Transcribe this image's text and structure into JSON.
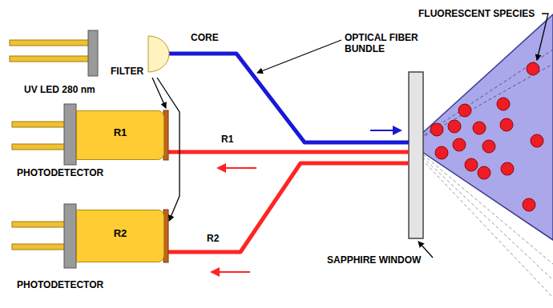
{
  "diagram": {
    "nodes": [
      {
        "text": [
          "UV LED 280 nm"
        ]
      },
      {
        "text": [
          "R1",
          "PHOTODETECTOR"
        ]
      },
      {
        "text": [
          "R2",
          "PHOTODETECTOR"
        ]
      }
    ],
    "labels": [
      "CORE",
      "OPTICAL FIBER BUNDLE",
      "FILTER",
      "R1",
      "R2",
      "SAPPHIRE WINDOW",
      "FLUORESCENT SPECIES"
    ]
  }
}
